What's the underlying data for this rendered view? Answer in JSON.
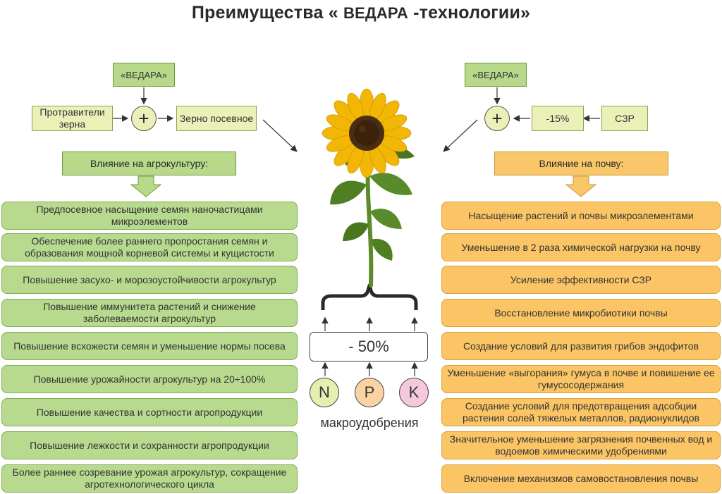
{
  "title": {
    "prefix": "Преимущества «",
    "brand": "ВЕДАРА",
    "suffix": "-технологии»"
  },
  "left": {
    "vedara_label": "«ВЕДАРА»",
    "protravitel_label": "Протравители зерна",
    "zerno_label": "Зерно посевное",
    "plus_symbol": "+",
    "header": "Влияние на агрокультуру:",
    "items": [
      "Предпосевное насыщение семян наночастицами микроэлементов",
      "Обеспечение более раннего пропростания семян и образования мощной корневой системы и кущистости",
      "Повышение засухо- и морозоустойчивости агрокультур",
      "Повышение иммунитета растений и снижение заболеваемости агрокультур",
      "Повышение всхожести семян и уменьшение нормы посева",
      "Повышение урожайности агрокультур на 20÷100%",
      "Повышение качества и сортности агропродукции",
      "Повышение лежкости и сохранности агропродукции",
      "Более раннее созревание урожая агрокультур, сокращение агротехнологического цикла"
    ]
  },
  "right": {
    "vedara_label": "«ВЕДАРА»",
    "reduction_label": "-15%",
    "szr_label": "СЗР",
    "plus_symbol": "+",
    "header": "Влияние на почву:",
    "items": [
      "Насыщение растений и почвы микроэлементами",
      "Уменьшение в 2 раза химической нагрузки на почву",
      "Усиление эффективности СЗР",
      "Восстановление микробиотики почвы",
      "Создание условий для развития грибов эндофитов",
      "Уменьшение «выгорания» гумуса в почве и повишение ее гумусосодержания",
      "Создание условий для предотвращения адсобции растения солей тяжелых металлов, радионуклидов",
      "Значительное уменьшение загрязнения почвенных вод и водоемов химическими удобрениями",
      "Включение механизмов самовостановления почвы"
    ]
  },
  "center": {
    "percent_label": "- 50%",
    "nutrients": [
      {
        "label": "N",
        "color": "#e6efb0"
      },
      {
        "label": "P",
        "color": "#f9d3a2"
      },
      {
        "label": "K",
        "color": "#f6c8dc"
      }
    ],
    "macro_label": "макроудобрения"
  },
  "colors": {
    "green_item": "#b7da8f",
    "orange_item": "#fbc565",
    "light_green_box": "#eaf0b8"
  },
  "icons": {
    "plant": "sunflower-icon"
  }
}
